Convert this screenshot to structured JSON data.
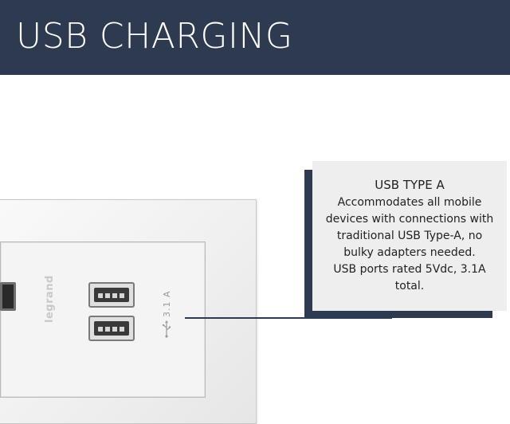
{
  "header": {
    "title": "USB CHARGING",
    "background_color": "#2e3a50"
  },
  "device": {
    "brand": "legrand",
    "rating": "3.1 A",
    "rating_icon": "usb-trident-icon"
  },
  "callout": {
    "title": "USB TYPE A",
    "lines": [
      "Accommodates all mobile",
      "devices with connections with",
      "traditional USB Type-A, no",
      "bulky adapters needed.",
      "USB ports rated 5Vdc, 3.1A",
      "total."
    ],
    "accent_color": "#2e3a50"
  }
}
